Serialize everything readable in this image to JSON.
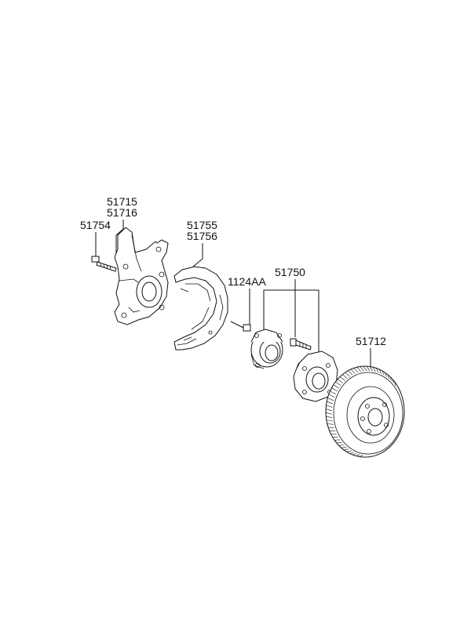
{
  "parts": {
    "knuckle_left": "51715",
    "knuckle_right": "51716",
    "knuckle_bolt": "51754",
    "dust_cover_left": "51755",
    "dust_cover_right": "51756",
    "cover_bolt": "1124AA",
    "hub_assembly": "51750",
    "brake_disc": "51712"
  }
}
